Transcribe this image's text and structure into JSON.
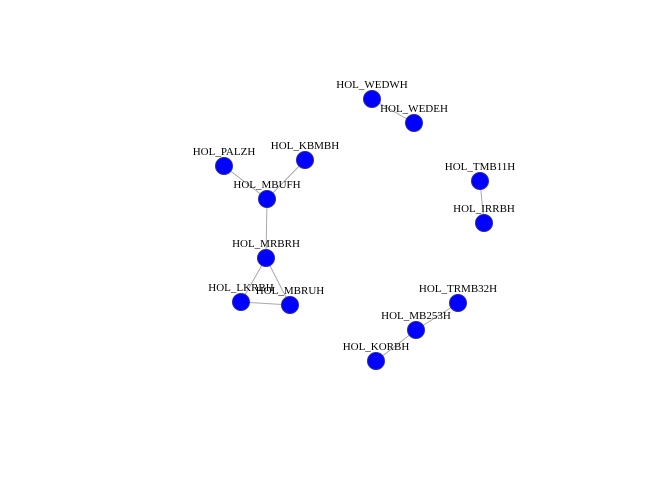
{
  "graph": {
    "node_color": "#0000ff",
    "edge_color": "#a9a9a9",
    "label_color": "#000000",
    "background": "#ffffff",
    "nodes": [
      {
        "id": "HOL_WEDWH",
        "label": "HOL_WEDWH"
      },
      {
        "id": "HOL_WEDEH",
        "label": "HOL_WEDEH"
      },
      {
        "id": "HOL_PALZH",
        "label": "HOL_PALZH"
      },
      {
        "id": "HOL_KBMBH",
        "label": "HOL_KBMBH"
      },
      {
        "id": "HOL_MBUFH",
        "label": "HOL_MBUFH"
      },
      {
        "id": "HOL_TMB11H",
        "label": "HOL_TMB11H"
      },
      {
        "id": "HOL_IRRBH",
        "label": "HOL_IRRBH"
      },
      {
        "id": "HOL_MRBRH",
        "label": "HOL_MRBRH"
      },
      {
        "id": "HOL_LKRBH",
        "label": "HOL_LKRBH"
      },
      {
        "id": "HOL_MBRUH",
        "label": "HOL_MBRUH"
      },
      {
        "id": "HOL_TRMB32H",
        "label": "HOL_TRMB32H"
      },
      {
        "id": "HOL_MB253H",
        "label": "HOL_MB253H"
      },
      {
        "id": "HOL_KORBH",
        "label": "HOL_KORBH"
      }
    ],
    "edges": [
      [
        "HOL_WEDWH",
        "HOL_WEDEH"
      ],
      [
        "HOL_PALZH",
        "HOL_MBUFH"
      ],
      [
        "HOL_KBMBH",
        "HOL_MBUFH"
      ],
      [
        "HOL_MBUFH",
        "HOL_MRBRH"
      ],
      [
        "HOL_MRBRH",
        "HOL_LKRBH"
      ],
      [
        "HOL_MRBRH",
        "HOL_MBRUH"
      ],
      [
        "HOL_LKRBH",
        "HOL_MBRUH"
      ],
      [
        "HOL_TMB11H",
        "HOL_IRRBH"
      ],
      [
        "HOL_TRMB32H",
        "HOL_MB253H"
      ],
      [
        "HOL_MB253H",
        "HOL_KORBH"
      ]
    ]
  }
}
